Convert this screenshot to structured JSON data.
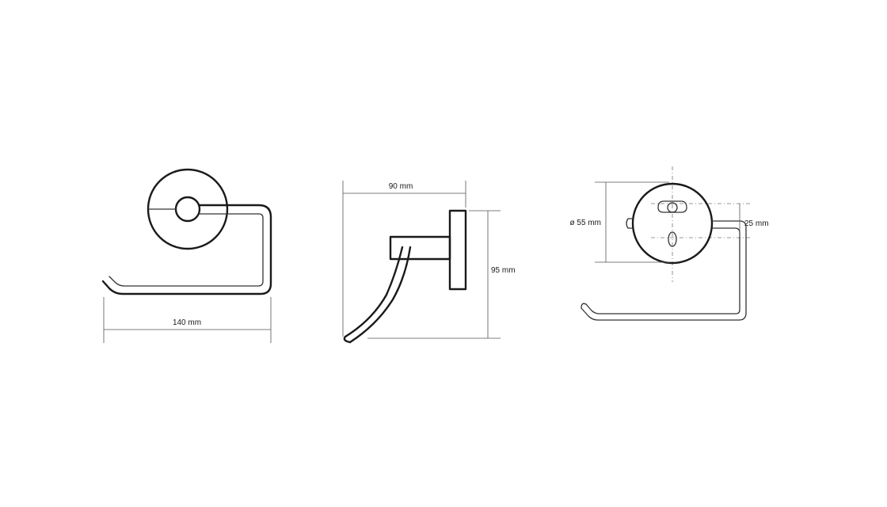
{
  "views": {
    "front": {
      "width_label": "140 mm"
    },
    "side": {
      "depth_label": "90 mm",
      "height_label": "95 mm"
    },
    "back": {
      "diameter_label": "ø 55 mm",
      "offset_label": "25 mm"
    }
  },
  "colors": {
    "line": "#1a1a1a",
    "dimension": "#555555",
    "background": "#ffffff"
  }
}
